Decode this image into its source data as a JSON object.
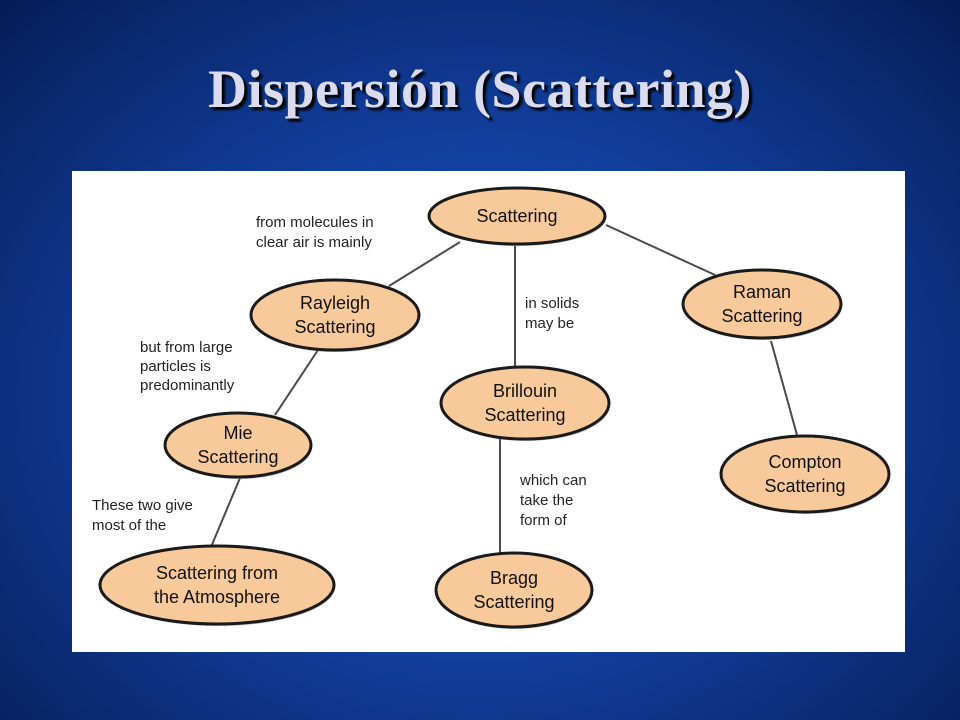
{
  "slide": {
    "title": "Dispersión (Scattering)"
  },
  "diagram": {
    "nodes": [
      {
        "id": "scattering",
        "lines": [
          "Scattering"
        ]
      },
      {
        "id": "rayleigh",
        "lines": [
          "Rayleigh",
          "Scattering"
        ]
      },
      {
        "id": "raman",
        "lines": [
          "Raman",
          "Scattering"
        ]
      },
      {
        "id": "brillouin",
        "lines": [
          "Brillouin",
          "Scattering"
        ]
      },
      {
        "id": "mie",
        "lines": [
          "Mie",
          "Scattering"
        ]
      },
      {
        "id": "compton",
        "lines": [
          "Compton",
          "Scattering"
        ]
      },
      {
        "id": "atmosphere",
        "lines": [
          "Scattering from",
          "the Atmosphere"
        ]
      },
      {
        "id": "bragg",
        "lines": [
          "Bragg",
          "Scattering"
        ]
      }
    ],
    "annotations": [
      {
        "id": "molecules",
        "lines": [
          "from molecules in",
          "clear air is mainly"
        ]
      },
      {
        "id": "solids",
        "lines": [
          "in solids",
          "may be"
        ]
      },
      {
        "id": "large-particles",
        "lines": [
          "but from large",
          "particles is",
          "predominantly"
        ]
      },
      {
        "id": "these-two",
        "lines": [
          "These two give",
          "most of the"
        ]
      },
      {
        "id": "which-can",
        "lines": [
          "which can",
          "take the",
          "form of"
        ]
      }
    ],
    "edges": [
      [
        "scattering",
        "rayleigh"
      ],
      [
        "scattering",
        "brillouin"
      ],
      [
        "scattering",
        "raman"
      ],
      [
        "rayleigh",
        "mie"
      ],
      [
        "mie",
        "atmosphere"
      ],
      [
        "brillouin",
        "bragg"
      ],
      [
        "raman",
        "compton"
      ]
    ],
    "colors": {
      "node_fill": "#f8c99a",
      "node_stroke": "#1a1a1a",
      "edge": "#4a4a4a"
    }
  }
}
